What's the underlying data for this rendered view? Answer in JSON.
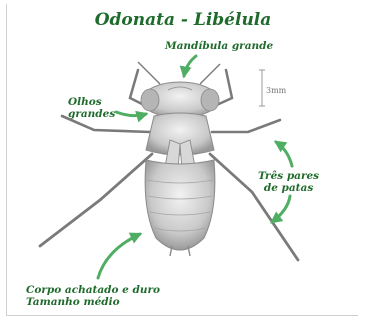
{
  "title": "Odonata - Libélula",
  "labels": {
    "mandible": "Mandíbula grande",
    "eyes_line1": "Olhos",
    "eyes_line2": "grandes",
    "legs_line1": "Três pares",
    "legs_line2": "de patas",
    "body_line1": "Corpo achatado e duro",
    "body_line2": "Tamanho médio"
  },
  "scale": {
    "text": "3mm"
  },
  "colors": {
    "label": "#1f6b2c",
    "arrow": "#4fae63",
    "insect": "#8a8a8a"
  }
}
